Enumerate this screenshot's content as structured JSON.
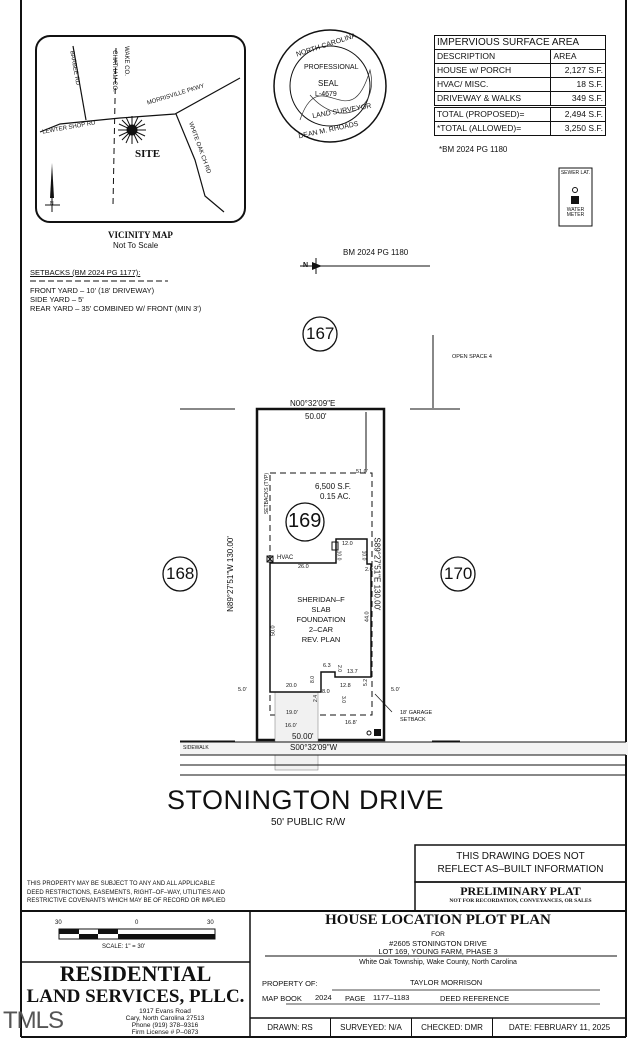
{
  "vicinity_map": {
    "roads": [
      "BARBEE RD",
      "WAKE CO.",
      "CHATHAM CO.",
      "MORRISVILLE PKWY",
      "LEWTER SHOP RD",
      "WHITE OAK CH RD"
    ],
    "site_label": "SITE",
    "north_label": "N",
    "title": "VICINITY MAP",
    "subtitle": "Not To Scale"
  },
  "setbacks": {
    "title": "SETBACKS (BM 2024 PG 1177):",
    "lines": [
      "FRONT YARD – 10' (18' DRIVEWAY)",
      "SIDE YARD – 5'",
      "REAR YARD – 35' COMBINED W/ FRONT (MIN 3')"
    ]
  },
  "seal": {
    "state": "NORTH CAROLINA",
    "professional": "PROFESSIONAL",
    "seal": "SEAL",
    "number": "L-4679",
    "land_surveyor": "LAND SURVEYOR",
    "name": "DEAN M. RHOADS"
  },
  "impervious": {
    "title": "IMPERVIOUS SURFACE AREA",
    "headers": [
      "DESCRIPTION",
      "AREA"
    ],
    "rows": [
      {
        "desc": "HOUSE w/ PORCH",
        "area": "2,127 S.F."
      },
      {
        "desc": "HVAC/ MISC.",
        "area": "18 S.F."
      },
      {
        "desc": "DRIVEWAY & WALKS",
        "area": "349 S.F."
      },
      {
        "desc": "TOTAL (PROPOSED)=",
        "area": "2,494 S.F."
      },
      {
        "desc": "*TOTAL (ALLOWED)=",
        "area": "3,250 S.F."
      }
    ],
    "footnote": "*BM 2024 PG 1180"
  },
  "legend": {
    "sewer": "SEWER LAT.",
    "water": "WATER METER"
  },
  "plot": {
    "bm_ref": "BM 2024 PG 1180",
    "north": "N",
    "lots": {
      "top": "167",
      "left": "168",
      "right": "170",
      "subject": "169"
    },
    "open_space": "OPEN SPACE 4",
    "bearing_top": "N00°32'09\"E",
    "dist_top": "50.00'",
    "bearing_bottom": "S00°32'09\"W",
    "dist_bottom": "50.00'",
    "bearing_left": "N89°27'51\"W   130.00'",
    "bearing_right": "S89°27'51\"E   130.00'",
    "area_sf": "6,500 S.F.",
    "area_ac": "0.15 AC.",
    "setbacks_typ": "SETBACKS (TYP)",
    "rear_dim": "51.0'",
    "hvac": "HVAC",
    "house_label": [
      "SHERIDAN–F",
      "SLAB",
      "FOUNDATION",
      "2–CAR",
      "REV. PLAN"
    ],
    "dims": {
      "d26": "26.0",
      "d12": "12.0",
      "d10a": "10.0",
      "d10b": "10.0",
      "d2": "2.0",
      "d50": "50.0",
      "d44": "44.0",
      "d63": "6.3",
      "d20b": "2.0",
      "d137": "13.7",
      "d80": "8.0",
      "d128": "12.8",
      "d52": "5.2",
      "d200": "20.0",
      "d24": "2.4",
      "d8b": "8.0",
      "d30": "3.0",
      "d19": "19.0'",
      "d16": "16.0'",
      "d168": "16.8'",
      "side_l": "5.0'",
      "side_r": "5.0'"
    },
    "garage_setback": "18' GARAGE SETBACK",
    "sidewalk": "SIDEWALK",
    "street": "STONINGTON DRIVE",
    "row": "50' PUBLIC R/W"
  },
  "notes": {
    "restrictions": [
      "THIS PROPERTY MAY BE SUBJECT TO ANY AND ALL APPLICABLE",
      "DEED RESTRICTIONS, EASEMENTS, RIGHT–OF–WAY, UTILITIES AND",
      "RESTRICTIVE COVENANTS WHICH MAY BE OF RECORD OR IMPLIED"
    ],
    "asbuilt": [
      "THIS DRAWING DOES NOT",
      "REFLECT AS–BUILT INFORMATION"
    ],
    "preliminary": "PRELIMINARY PLAT",
    "not_for": "NOT FOR RECORDATION, CONVEYANCES, OR SALES"
  },
  "scale": {
    "ticks": [
      "30",
      "0",
      "30"
    ],
    "label": "SCALE: 1\" = 30'"
  },
  "company": {
    "name1": "RESIDENTIAL",
    "name2": "LAND SERVICES, PLLC.",
    "address": "1917 Evans Road",
    "city": "Cary, North Carolina 27513",
    "phone": "Phone (919) 378–9316",
    "license": "Firm License # P–0873"
  },
  "watermark": "TMLS",
  "title_block": {
    "title": "HOUSE LOCATION PLOT PLAN",
    "for": "FOR",
    "address": "#2605 STONINGTON DRIVE",
    "lot": "LOT 169, YOUNG FARM, PHASE 3",
    "township": "White Oak Township, Wake County, North Carolina",
    "property_of_label": "PROPERTY OF:",
    "property_of": "TAYLOR MORRISON",
    "map_book_label": "MAP BOOK",
    "map_book": "2024",
    "page_label": "PAGE",
    "page": "1177–1183",
    "deed_label": "DEED REFERENCE",
    "drawn": "DRAWN: RS",
    "surveyed": "SURVEYED: N/A",
    "checked": "CHECKED: DMR",
    "date": "DATE: FEBRUARY 11, 2025"
  }
}
